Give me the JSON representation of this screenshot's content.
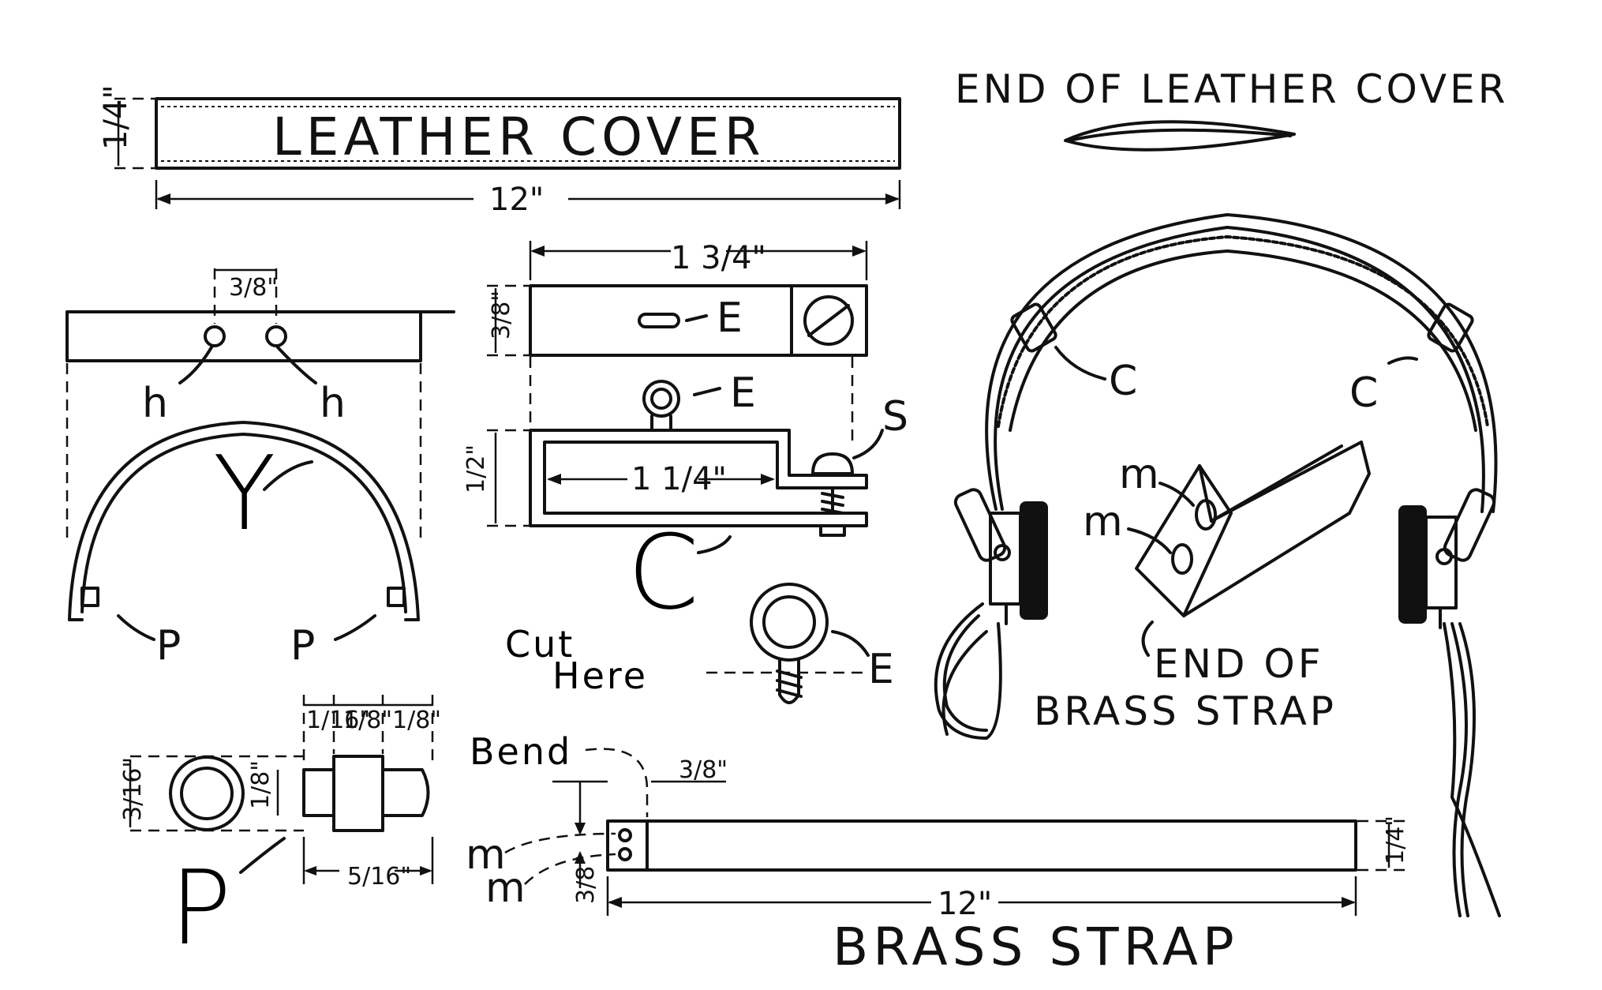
{
  "labels": {
    "leather_cover": "LEATHER COVER",
    "end_of_leather_cover": "END OF LEATHER COVER",
    "brass_strap": "BRASS STRAP",
    "end_of_brass_strap_1": "END OF",
    "end_of_brass_strap_2": "BRASS STRAP",
    "cut_1": "Cut",
    "cut_2": "Here",
    "bend": "Bend"
  },
  "part_letters": {
    "y": "Y",
    "c": "C",
    "p": "P",
    "e": "E",
    "s": "S",
    "h": "h",
    "m": "m"
  },
  "dimensions": {
    "cover_width": "1/4\"",
    "cover_length": "12\"",
    "hole_spacing": "3/8\"",
    "clamp_length": "1 3/4\"",
    "clamp_width": "3/8\"",
    "clamp_height": "1/2\"",
    "clamp_inner": "1 1/4\"",
    "post_a": "1/16\"",
    "post_b": "1/8\"",
    "post_c": "1/8\"",
    "post_diam": "3/16\"",
    "post_inner": "1/8\"",
    "post_total": "5/16\"",
    "strap_hole_offset": "3/8\"",
    "strap_bend_offset": "3/8\"",
    "strap_width": "1/4\"",
    "strap_length": "12\""
  }
}
